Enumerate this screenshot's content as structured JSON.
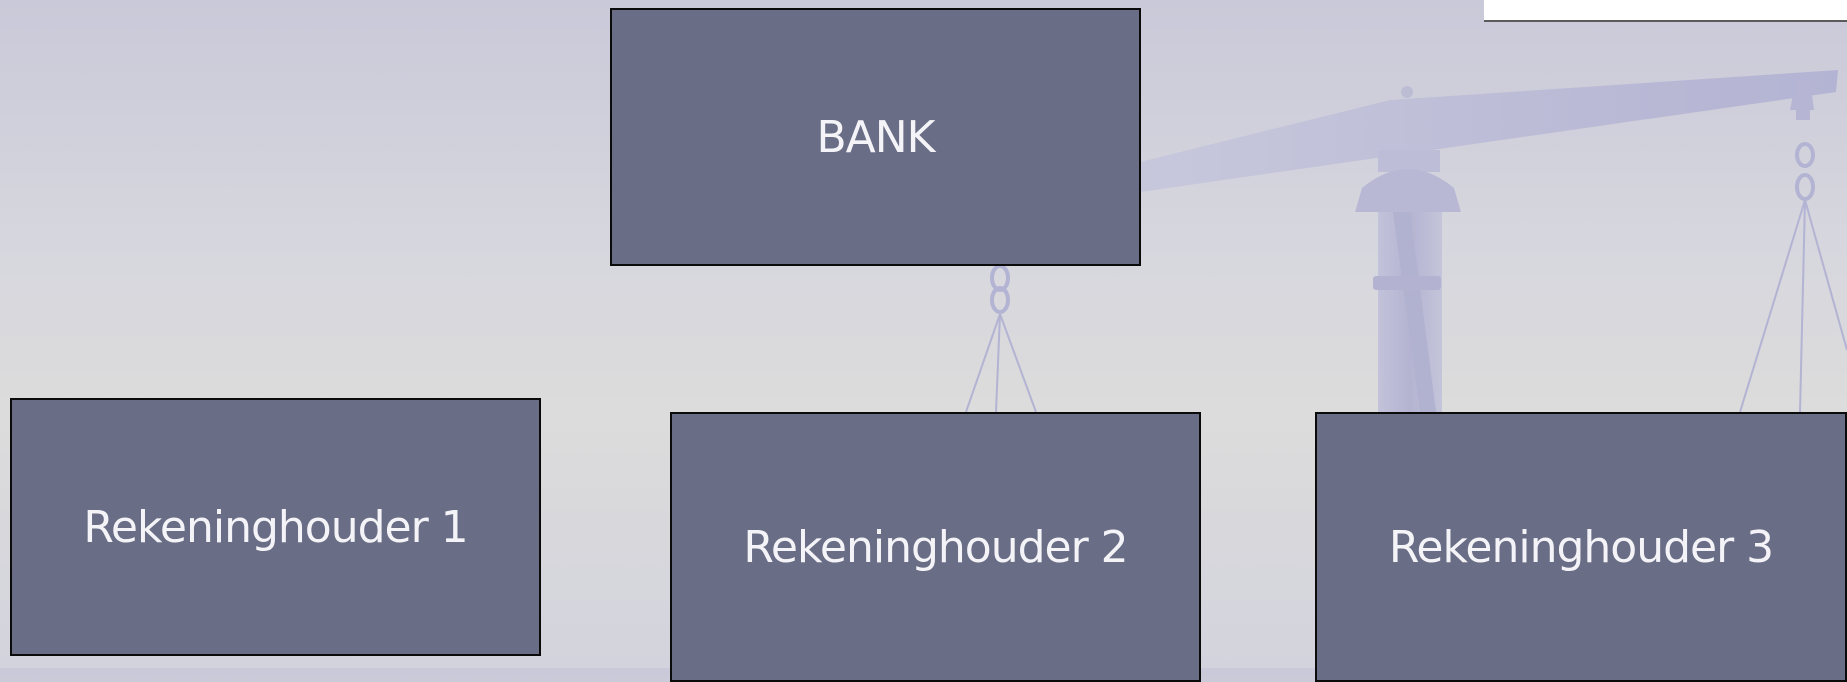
{
  "diagram": {
    "type": "org-chart",
    "background_decoration": "balance-scale",
    "colors": {
      "node_fill": "#696d85",
      "node_border": "#0b0b0b",
      "node_text": "#f4f4f8",
      "scale": "#b9b9d6"
    },
    "nodes": {
      "bank": {
        "label": "BANK"
      },
      "holder_1": {
        "label": "Rekeninghouder 1"
      },
      "holder_2": {
        "label": "Rekeninghouder 2"
      },
      "holder_3": {
        "label": "Rekeninghouder 3"
      }
    }
  }
}
